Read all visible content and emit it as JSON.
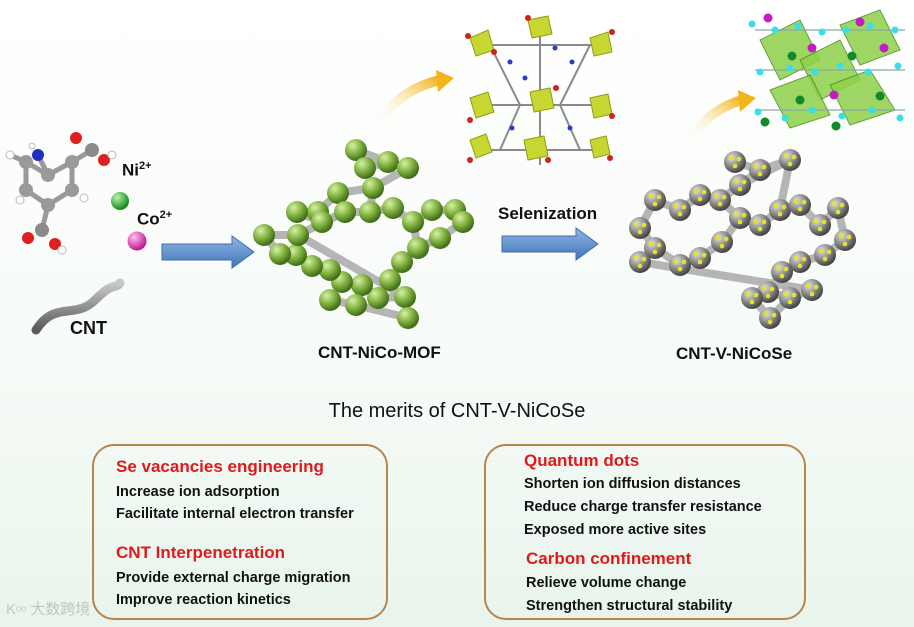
{
  "labels": {
    "ni": "Ni",
    "ni_sup": "2+",
    "co": "Co",
    "co_sup": "2+",
    "cnt": "CNT",
    "mof": "CNT-NiCo-MOF",
    "selenization": "Selenization",
    "product": "CNT-V-NiCoSe"
  },
  "title": "The merits of CNT-V-NiCoSe",
  "left_box": {
    "heading1": "Se vacancies engineering",
    "items1": [
      "Increase ion adsorption",
      "Facilitate internal electron transfer"
    ],
    "heading2": "CNT Interpenetration",
    "items2": [
      "Provide external charge migration",
      "Improve reaction kinetics"
    ]
  },
  "right_box": {
    "heading1": "Quantum dots",
    "items1": [
      "Shorten ion diffusion distances",
      "Reduce charge transfer resistance",
      "Exposed more active sites"
    ],
    "heading2": "Carbon confinement",
    "items2": [
      "Relieve volume change",
      "Strengthen structural stability"
    ]
  },
  "watermark": "大数跨境",
  "colors": {
    "arrow": "#5b8fd0",
    "green_bead": "#7fb03e",
    "grey_bead": "#8a8a8a",
    "yellow_dot": "#e6e22a",
    "ni_ion": "#1fb52a",
    "co_ion": "#e02ab5",
    "heading_red": "#e01a1a",
    "box_border": "#b9854b"
  }
}
